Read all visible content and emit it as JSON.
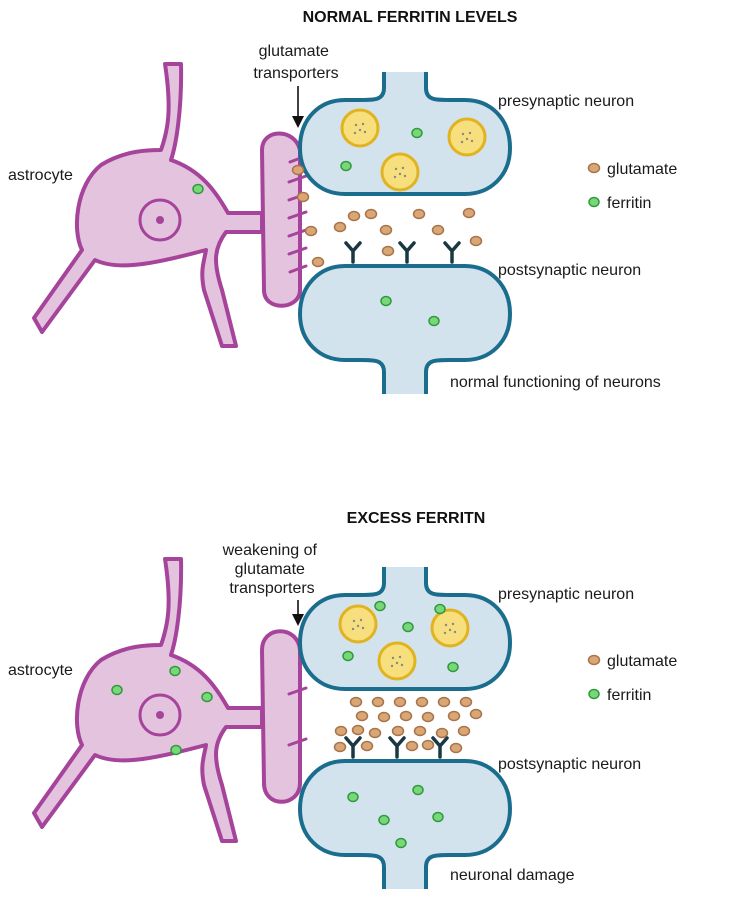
{
  "panels": [
    {
      "title": "NORMAL FERRITIN LEVELS",
      "transporter_label": [
        "glutamate",
        "transporters"
      ],
      "astrocyte_label": "astrocyte",
      "presynaptic_label": "presynaptic neuron",
      "postsynaptic_label": "postsynaptic neuron",
      "outcome_label": "normal functioning of neurons",
      "legend": [
        {
          "label": "glutamate",
          "icon": "glutamate-dot"
        },
        {
          "label": "ferritin",
          "icon": "ferritin-dot"
        }
      ]
    },
    {
      "title": "EXCESS FERRITN",
      "transporter_label": [
        "weakening of",
        "glutamate",
        "transporters"
      ],
      "astrocyte_label": "astrocyte",
      "presynaptic_label": "presynaptic neuron",
      "postsynaptic_label": "postsynaptic neuron",
      "outcome_label": "neuronal damage",
      "legend": [
        {
          "label": "glutamate",
          "icon": "glutamate-dot"
        },
        {
          "label": "ferritin",
          "icon": "ferritin-dot"
        }
      ]
    }
  ],
  "colors": {
    "astrocyte_fill": "#e4c3de",
    "astrocyte_stroke": "#a5449a",
    "neuron_fill": "#d3e3ee",
    "neuron_stroke": "#1b6d8d",
    "vesicle_fill": "#f7df7e",
    "vesicle_stroke": "#e2b320",
    "glutamate_fill": "#d9a675",
    "glutamate_stroke": "#a8734a",
    "ferritin_fill": "#79d77a",
    "ferritin_stroke": "#2e9a3c",
    "receptor_stroke": "#193842"
  }
}
